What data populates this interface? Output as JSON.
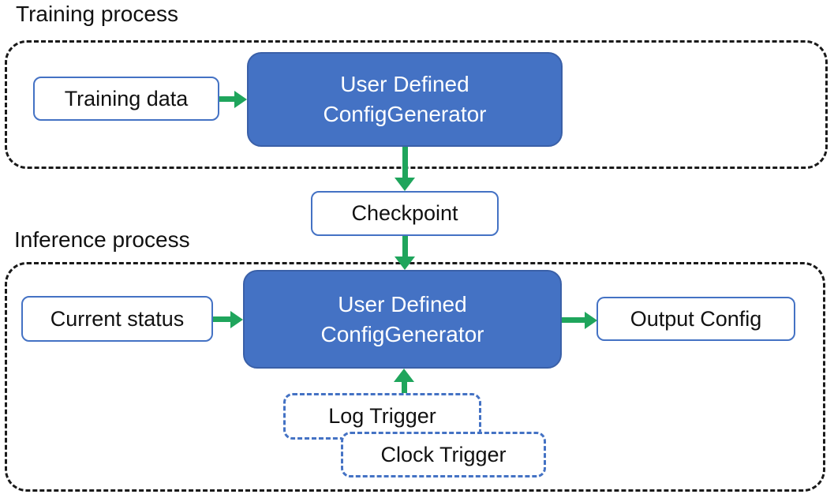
{
  "diagram": {
    "training_section": {
      "label": "Training process",
      "training_data_label": "Training data",
      "generator_line1": "User Defined",
      "generator_line2": "ConfigGenerator"
    },
    "checkpoint_label": "Checkpoint",
    "inference_section": {
      "label": "Inference process",
      "current_status_label": "Current status",
      "generator_line1": "User Defined",
      "generator_line2": "ConfigGenerator",
      "output_config_label": "Output Config",
      "log_trigger_label": "Log Trigger",
      "clock_trigger_label": "Clock Trigger"
    },
    "colors": {
      "node_fill": "#4472C4",
      "node_border": "#3A60A8",
      "box_border": "#4472C4",
      "arrow_green": "#1FA55C",
      "container_border": "#1a1a1a",
      "text_dark": "#111111",
      "text_light": "#ffffff",
      "page_bg": "#ffffff"
    }
  }
}
